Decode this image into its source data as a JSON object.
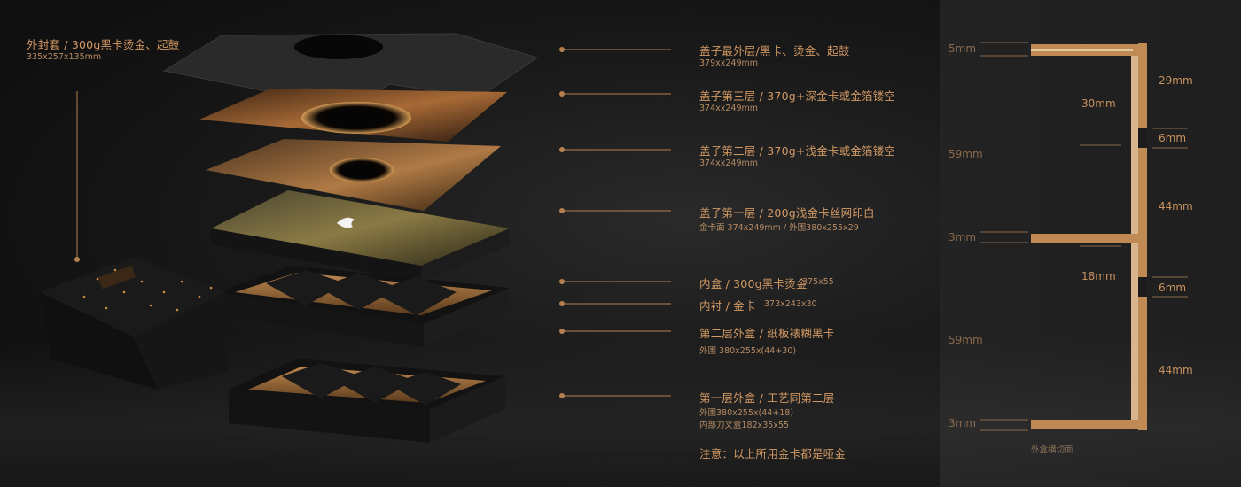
{
  "sleeve": {
    "title": "外封套 / 300g黑卡烫金、起鼓",
    "size": "335x257x135mm"
  },
  "layers": [
    {
      "title": "盖子最外层/黑卡、烫金、起鼓",
      "sub": "379xx249mm"
    },
    {
      "title": "盖子第三层 / 370g+深金卡或金箔镂空",
      "sub": "374xx249mm"
    },
    {
      "title": "盖子第二层 / 370g+浅金卡或金箔镂空",
      "sub": "374xx249mm"
    },
    {
      "title": "盖子第一层 / 200g浅金卡丝网印白",
      "sub": "金卡面 374x249mm / 外围380x255x29"
    },
    {
      "title": "内盒 / 300g黑卡烫金",
      "sub": "375x55"
    },
    {
      "title": "内衬 / 金卡",
      "sub": "373x243x30"
    },
    {
      "title": "第二层外盒 / 纸板裱糊黑卡",
      "sub": "外围 380x255x(44+30)"
    },
    {
      "title": "第一层外盒 / 工艺同第二层",
      "sub": "外围380x255x(44+18)",
      "sub2": "内部刀叉盒182x35x55"
    }
  ],
  "note": "注意：以上所用金卡都是哑金",
  "cross_section": {
    "caption": "外盒横切面",
    "labels": {
      "top": "5mm",
      "upper": "59mm",
      "mid": "3mm",
      "lower": "59mm",
      "bottom": "3mm",
      "lid_inner": "30mm",
      "tray_inner": "18mm",
      "r1": "29mm",
      "r2": "6mm",
      "r3": "44mm",
      "r4": "6mm",
      "r5": "44mm"
    }
  },
  "colors": {
    "gold": "#c8905a",
    "bg": "#141414",
    "black": "#121212"
  }
}
